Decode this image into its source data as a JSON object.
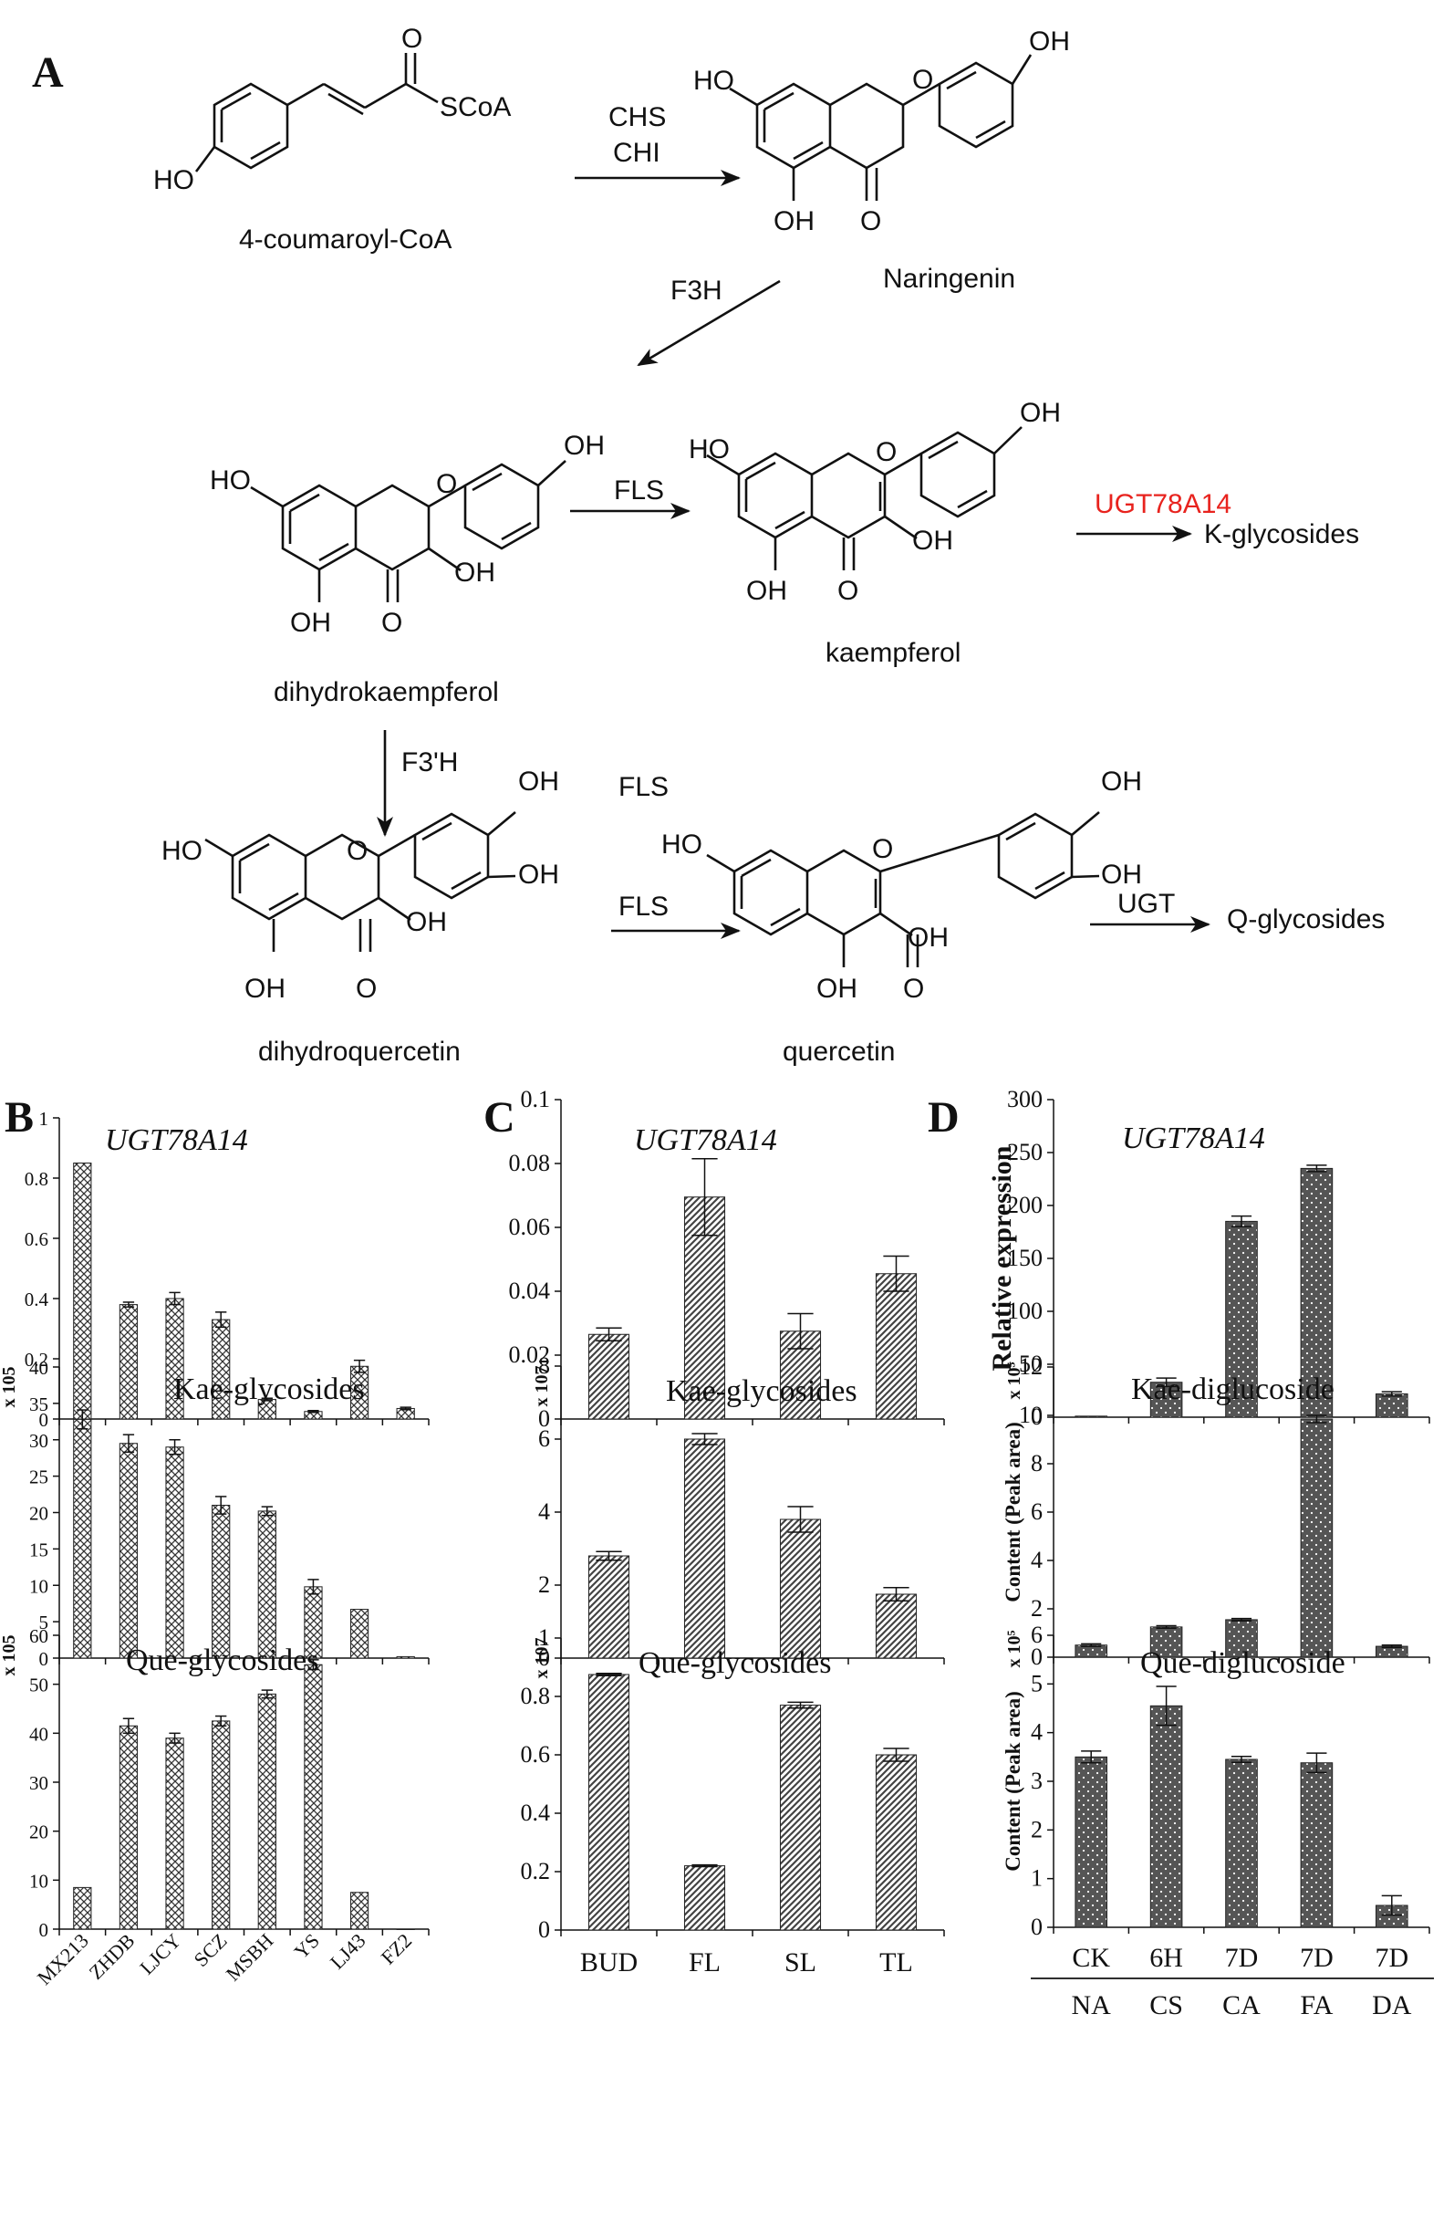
{
  "pathway": {
    "panel_label": "A",
    "compounds": {
      "coumaroyl": "4-coumaroyl-CoA",
      "naringenin": "Naringenin",
      "dihydrokaempferol": "dihydrokaempferol",
      "kaempferol": "kaempferol",
      "dihydroquercetin": "dihydroquercetin",
      "quercetin": "quercetin"
    },
    "products": {
      "k_glycosides": "K-glycosides",
      "q_glycosides": "Q-glycosides"
    },
    "enzymes": {
      "chs": "CHS",
      "chi": "CHI",
      "f3h": "F3H",
      "fls_1": "FLS",
      "ugt78a14": "UGT78A14",
      "f3prime_h": "F3'H",
      "fls_2": "FLS",
      "fls_3": "FLS",
      "ugt": "UGT"
    },
    "groups": {
      "oh": "OH",
      "ho": "HO",
      "o": "O",
      "scoa": "SCoA"
    },
    "highlight_color": "#e8231e"
  },
  "chart_data": [
    {
      "panel": "B",
      "type": "bar",
      "title": "UGT78A14",
      "title_style": "italic",
      "categories": [
        "MX213",
        "ZHDB",
        "LJCY",
        "SCZ",
        "MSBH",
        "YS",
        "LJ43",
        "FZ2"
      ],
      "values": [
        0.85,
        0.38,
        0.4,
        0.33,
        0.065,
        0.025,
        0.175,
        0.035
      ],
      "errors": [
        0,
        0.008,
        0.02,
        0.025,
        0.004,
        0.003,
        0.02,
        0.004
      ],
      "ylim": [
        0,
        1
      ],
      "yticks": [
        "0",
        "0.2",
        "0.4",
        "0.6",
        "0.8",
        "1"
      ],
      "ylabel": "",
      "pattern": "crosshatch",
      "show_xlabels": false
    },
    {
      "panel": "B",
      "type": "bar",
      "title": "Kae-glycosides",
      "categories": [
        "MX213",
        "ZHDB",
        "LJCY",
        "SCZ",
        "MSBH",
        "YS",
        "LJ43",
        "FZ2"
      ],
      "values": [
        32.8,
        29.5,
        29.0,
        21.0,
        20.2,
        9.8,
        6.7,
        0.2
      ],
      "errors": [
        1.3,
        1.2,
        1.0,
        1.2,
        0.6,
        1.0,
        0,
        0
      ],
      "ylim": [
        0,
        40
      ],
      "yticks": [
        "0",
        "5",
        "10",
        "15",
        "20",
        "25",
        "30",
        "35",
        "40"
      ],
      "ylabel": "x 105",
      "pattern": "crosshatch",
      "show_xlabels": false
    },
    {
      "panel": "B",
      "type": "bar",
      "title": "Que-glycosides",
      "categories": [
        "MX213",
        "ZHDB",
        "LJCY",
        "SCZ",
        "MSBH",
        "YS",
        "LJ43",
        "FZ2"
      ],
      "values": [
        8.5,
        41.5,
        39.0,
        42.5,
        48.0,
        54.0,
        7.5,
        0
      ],
      "errors": [
        0,
        1.5,
        1.0,
        1.0,
        0.8,
        1.0,
        0,
        0
      ],
      "ylim": [
        0,
        60
      ],
      "yticks": [
        "0",
        "10",
        "20",
        "30",
        "40",
        "50",
        "60"
      ],
      "ylabel": "x 105",
      "pattern": "crosshatch",
      "show_xlabels": true
    },
    {
      "panel": "C",
      "type": "bar",
      "title": "UGT78A14",
      "title_style": "italic",
      "categories": [
        "BUD",
        "FL",
        "SL",
        "TL"
      ],
      "values": [
        0.0265,
        0.0695,
        0.0275,
        0.0455
      ],
      "errors": [
        0.002,
        0.012,
        0.0055,
        0.0055
      ],
      "ylim": [
        0,
        0.1
      ],
      "yticks": [
        "0",
        "0.02",
        "0.04",
        "0.06",
        "0.08",
        "0.1"
      ],
      "ylabel": "",
      "pattern": "diagonal",
      "show_xlabels": false
    },
    {
      "panel": "C",
      "type": "bar",
      "title": "Kae-glycosides",
      "categories": [
        "BUD",
        "FL",
        "SL",
        "TL"
      ],
      "values": [
        2.8,
        6.0,
        3.8,
        1.75
      ],
      "errors": [
        0.12,
        0.15,
        0.35,
        0.18
      ],
      "ylim": [
        0,
        8
      ],
      "yticks": [
        "0",
        "2",
        "4",
        "6",
        "8"
      ],
      "ylabel": "x 107",
      "pattern": "diagonal",
      "show_xlabels": false
    },
    {
      "panel": "C",
      "type": "bar",
      "title": "Que-glycosides",
      "categories": [
        "BUD",
        "FL",
        "SL",
        "TL"
      ],
      "values": [
        0.875,
        0.22,
        0.77,
        0.6
      ],
      "errors": [
        0.004,
        0.003,
        0.01,
        0.022
      ],
      "ylim": [
        0,
        1
      ],
      "yticks": [
        "0",
        "0.2",
        "0.4",
        "0.6",
        "0.8",
        "1"
      ],
      "ylabel": "x 107",
      "pattern": "diagonal",
      "show_xlabels": true
    },
    {
      "panel": "D",
      "type": "bar",
      "title": "UGT78A14",
      "title_style": "italic",
      "categories": [
        "CK",
        "6H",
        "7D",
        "7D",
        "7D"
      ],
      "sub_categories": [
        "NA",
        "CS",
        "CA",
        "FA",
        "DA"
      ],
      "values": [
        1,
        33,
        185,
        235,
        22
      ],
      "errors": [
        0,
        4,
        5,
        3,
        2
      ],
      "ylim": [
        0,
        300
      ],
      "yticks": [
        "0",
        "50",
        "100",
        "150",
        "200",
        "250",
        "300"
      ],
      "ylabel": "Relative expression",
      "pattern": "dotted",
      "show_xlabels": false
    },
    {
      "panel": "D",
      "type": "bar",
      "title": "Kae-diglucoside",
      "categories": [
        "CK",
        "6H",
        "7D",
        "7D",
        "7D"
      ],
      "sub_categories": [
        "NA",
        "CS",
        "CA",
        "FA",
        "DA"
      ],
      "values": [
        0.5,
        1.25,
        1.55,
        9.85,
        0.45
      ],
      "errors": [
        0.05,
        0.05,
        0.05,
        0.15,
        0.05
      ],
      "ylim": [
        0,
        12
      ],
      "yticks": [
        "0",
        "2",
        "4",
        "6",
        "8",
        "10",
        "12"
      ],
      "ylabel": "Content (Peak area)",
      "yunit": "x 10⁵",
      "pattern": "dotted",
      "show_xlabels": false
    },
    {
      "panel": "D",
      "type": "bar",
      "title": "Que-diglucoside",
      "categories": [
        "CK",
        "6H",
        "7D",
        "7D",
        "7D"
      ],
      "sub_categories": [
        "NA",
        "CS",
        "CA",
        "FA",
        "DA"
      ],
      "values": [
        3.5,
        4.55,
        3.45,
        3.38,
        0.45
      ],
      "errors": [
        0.12,
        0.4,
        0.06,
        0.2,
        0.2
      ],
      "ylim": [
        0,
        6
      ],
      "yticks": [
        "0",
        "1",
        "2",
        "3",
        "4",
        "5",
        "6"
      ],
      "ylabel": "Content (Peak area)",
      "yunit": "x 10⁵",
      "pattern": "dotted",
      "show_xlabels": true
    }
  ],
  "panel_labels": {
    "b": "B",
    "c": "C",
    "d": "D"
  }
}
